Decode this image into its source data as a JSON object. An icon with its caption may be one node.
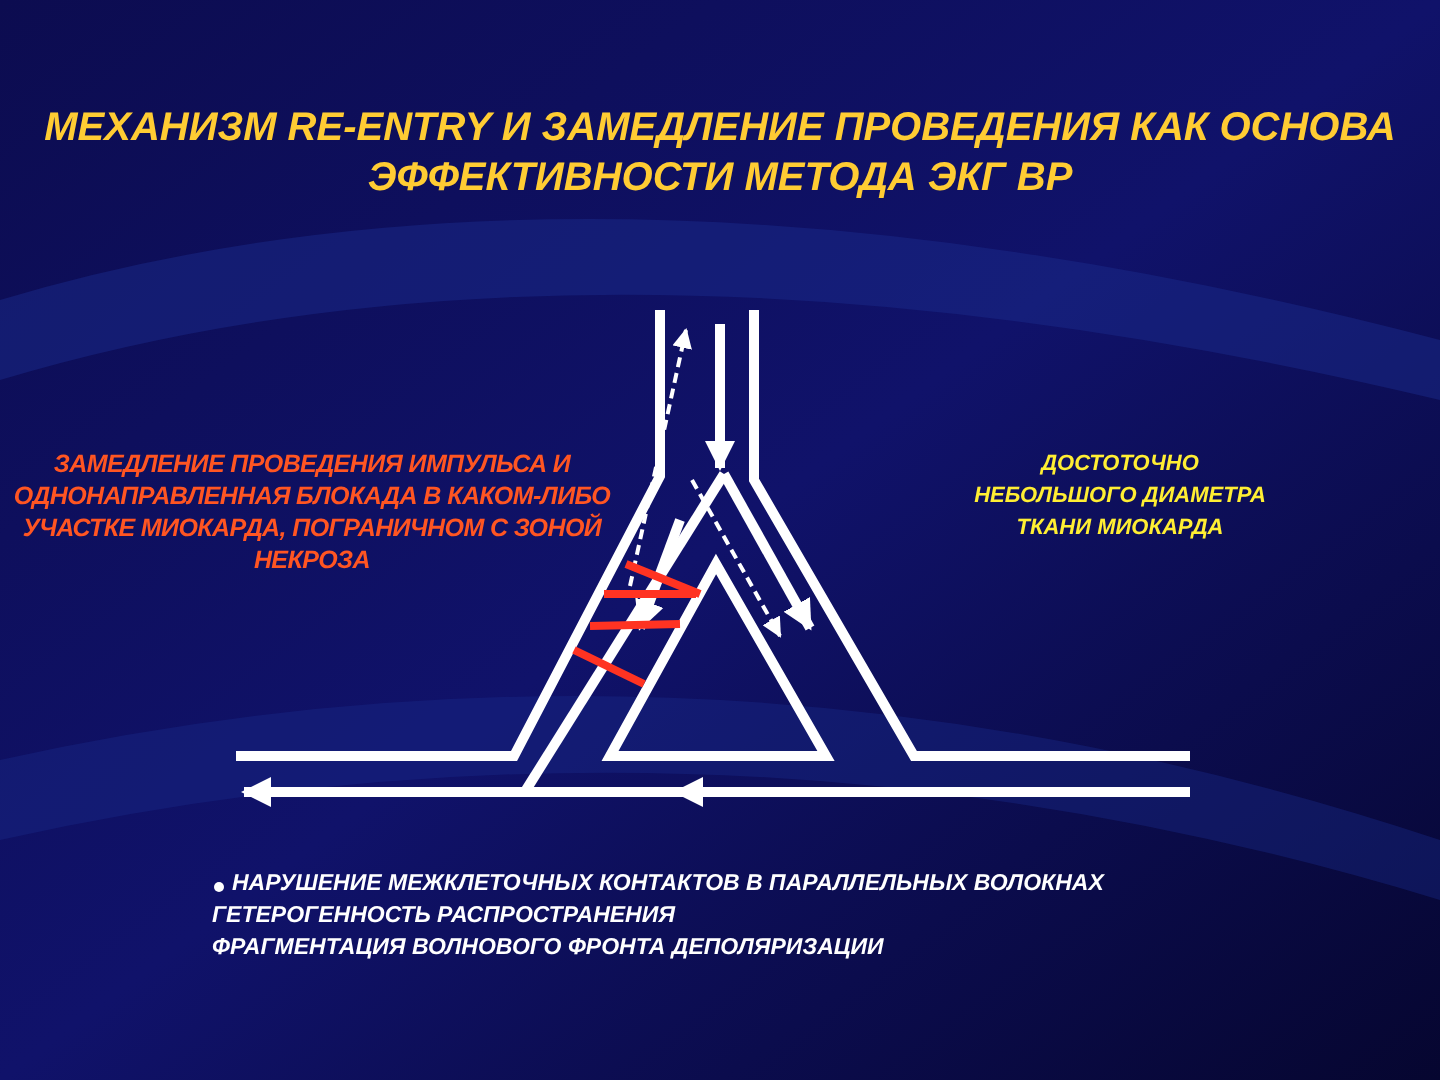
{
  "diagram": {
    "title": "МЕХАНИЗМ RE-ENTRY И ЗАМЕДЛЕНИЕ ПРОВЕДЕНИЯ КАК ОСНОВА ЭФФЕКТИВНОСТИ МЕТОДА ЭКГ ВР",
    "labels": [
      "ЗАМЕДЛЕНИЕ ПРОВЕДЕНИЯ ИМПУЛЬСА И ОДНОНАПРАВЛЕННАЯ БЛОКАДА В КАКОМ-ЛИБО УЧАСТКЕ МИОКАРДА, ПОГРАНИЧНОМ С ЗОНОЙ НЕКРОЗА",
      "ДОСТОТОЧНО НЕБОЛЬШОГО ДИАМЕТРА ТКАНИ МИОКАРДА",
      "НАРУШЕНИЕ МЕЖКЛЕТОЧНЫХ КОНТАКТОВ В ПАРАЛЛЕЛЬНЫХ ВОЛОКНАХ",
      "ГЕТЕРОГЕННОСТЬ РАСПРОСТРАНЕНИЯ",
      "ФРАГМЕНТАЦИЯ ВОЛНОВОГО ФРОНТА ДЕПОЛЯРИЗАЦИИ"
    ]
  }
}
